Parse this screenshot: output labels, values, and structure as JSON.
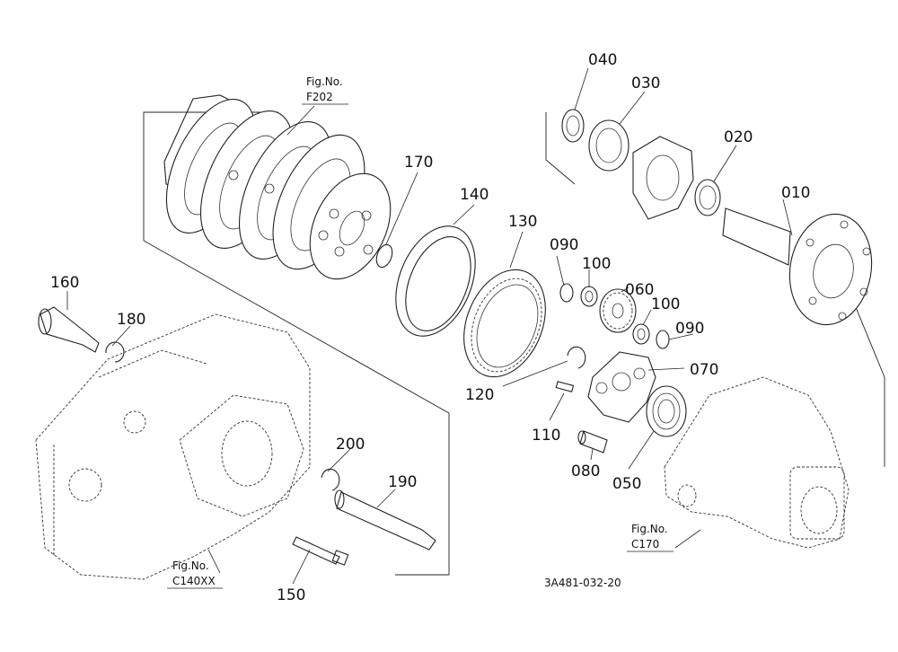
{
  "parts": [
    {
      "id": "p010",
      "label": "010"
    },
    {
      "id": "p020",
      "label": "020"
    },
    {
      "id": "p030",
      "label": "030"
    },
    {
      "id": "p040",
      "label": "040"
    },
    {
      "id": "p050",
      "label": "050"
    },
    {
      "id": "p060",
      "label": "060"
    },
    {
      "id": "p070",
      "label": "070"
    },
    {
      "id": "p080",
      "label": "080"
    },
    {
      "id": "p090a",
      "label": "090"
    },
    {
      "id": "p090b",
      "label": "090"
    },
    {
      "id": "p100a",
      "label": "100"
    },
    {
      "id": "p100b",
      "label": "100"
    },
    {
      "id": "p110",
      "label": "110"
    },
    {
      "id": "p120",
      "label": "120"
    },
    {
      "id": "p130",
      "label": "130"
    },
    {
      "id": "p140",
      "label": "140"
    },
    {
      "id": "p150",
      "label": "150"
    },
    {
      "id": "p160",
      "label": "160"
    },
    {
      "id": "p170",
      "label": "170"
    },
    {
      "id": "p180",
      "label": "180"
    },
    {
      "id": "p190",
      "label": "190"
    },
    {
      "id": "p200",
      "label": "200"
    }
  ],
  "figure_refs": [
    {
      "id": "f202",
      "caption": "Fig.No.",
      "number": "F202"
    },
    {
      "id": "c140",
      "caption": "Fig.No.",
      "number": "C140XX"
    },
    {
      "id": "c170",
      "caption": "Fig.No.",
      "number": "C170"
    }
  ],
  "drawing_code": "3A481-032-20"
}
